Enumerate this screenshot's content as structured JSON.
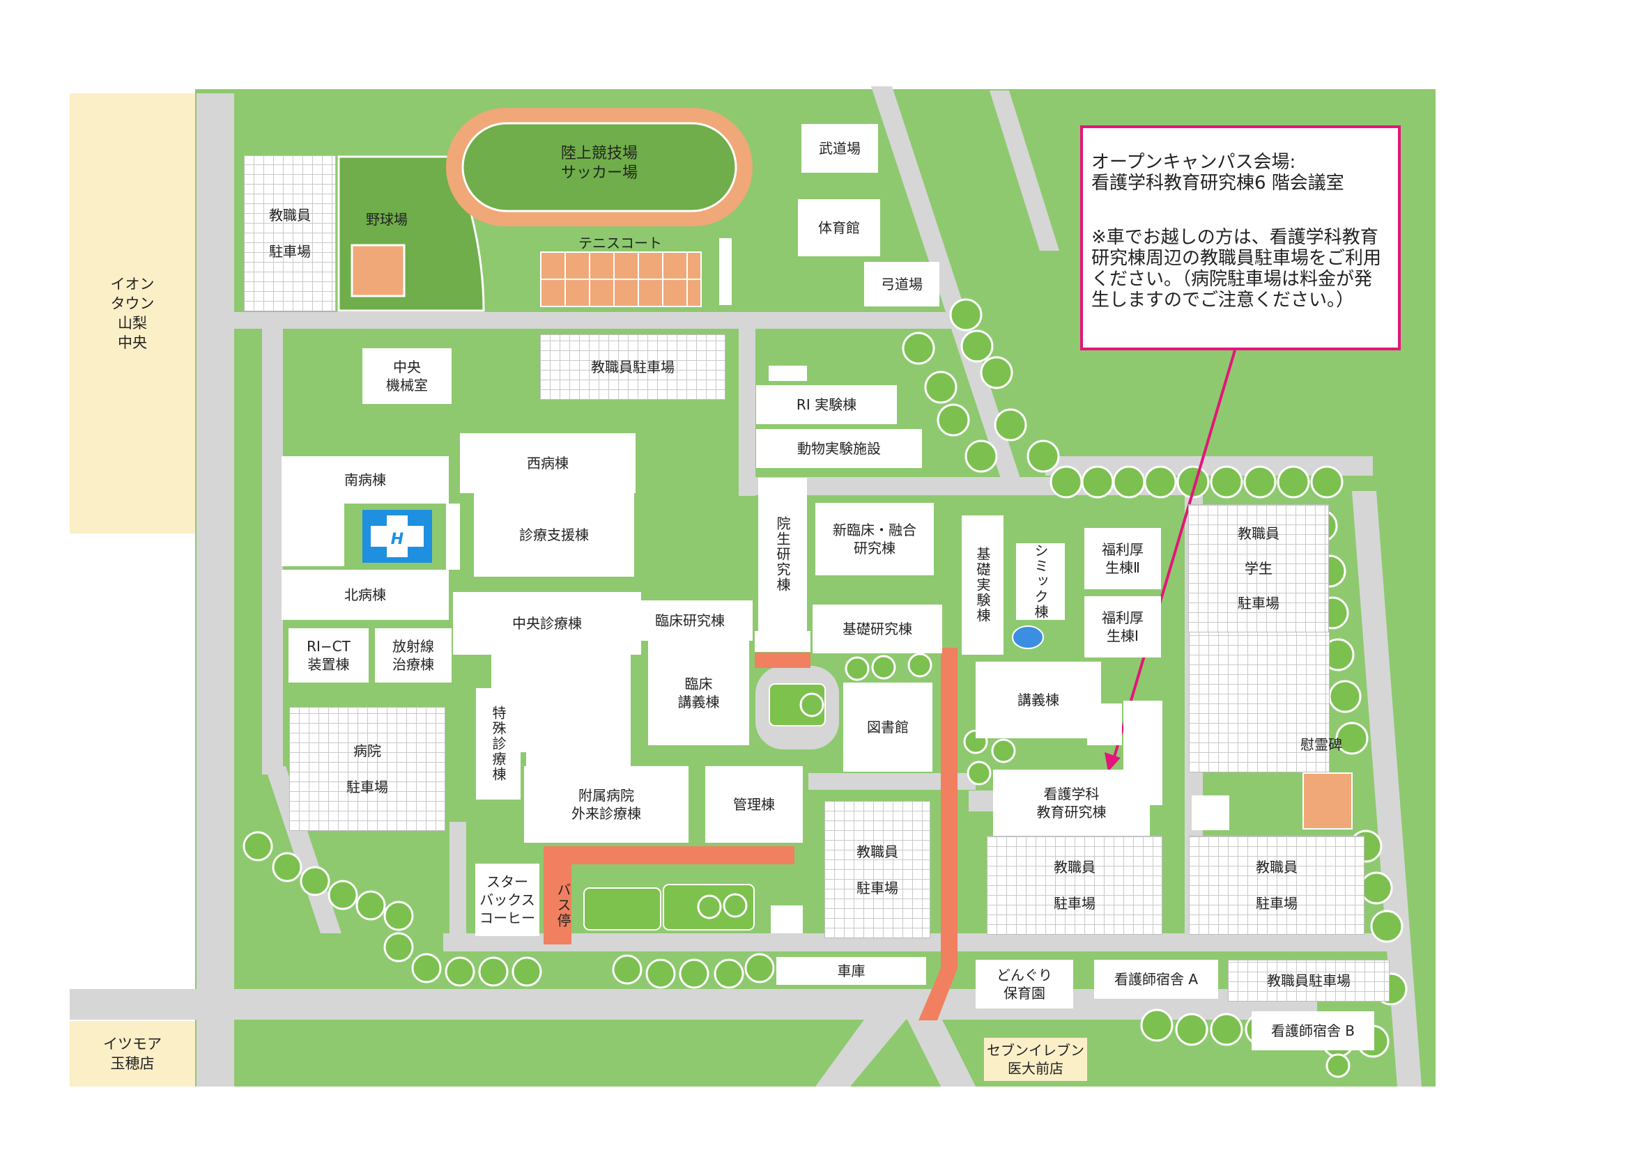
{
  "colors": {
    "grass": "#8ec96f",
    "field": "#6fae4a",
    "road": "#d6d6d6",
    "beige": "#fbefc8",
    "track": "#f0a878",
    "brick": "#f08060",
    "water": "#3b8ee0",
    "accent": "#e3157b",
    "hospital_blue": "#1f8fe0"
  },
  "outside": {
    "aeon": "イオン\nタウン\n山梨\n中央",
    "itsumoa": "イツモア\n玉穂店",
    "seven": "セブンイレブン\n医大前店"
  },
  "callout": {
    "title": "オープンキャンパス会場:\n看護学科教育研究棟6 階会議室",
    "note": "※車でお越しの方は、看護学科教育\n研究棟周辺の教職員駐車場をご利用\nください。（病院駐車場は料金が発\n生しますのでご注意ください。）"
  },
  "facilities": {
    "track": "陸上競技場\nサッカー場",
    "tennis": "テニスコート",
    "baseball": "野球場",
    "budo": "武道場",
    "gym": "体育館",
    "kyudo": "弓道場",
    "central_machine": "中央\n機械室",
    "ri": "RI 実験棟",
    "animal": "動物実験施設",
    "south_ward": "南病棟",
    "west_ward": "西病棟",
    "north_ward": "北病棟",
    "support": "診療支援棟",
    "central_clinic": "中央診療棟",
    "grad": "院生研究棟",
    "new_clinical": "新臨床・融合\n研究棟",
    "basic_exp": "基礎実験棟",
    "simic": "シミック棟",
    "welfare2": "福利厚\n生棟Ⅱ",
    "welfare1": "福利厚\n生棟Ⅰ",
    "clinical_research": "臨床研究棟",
    "basic_research": "基礎研究棟",
    "ri_ct": "RI−CT\n装置棟",
    "radiation": "放射線\n治療棟",
    "clinical_lecture": "臨床\n講義棟",
    "lecture": "講義棟",
    "library": "図書館",
    "special": "特殊診療棟",
    "outpatient": "附属病院\n外来診療棟",
    "admin": "管理棟",
    "nursing": "看護学科\n教育研究棟",
    "starbucks": "スター\nバックス\nコーヒー",
    "bus_stop": "バス停",
    "garage": "車庫",
    "nursery": "どんぐり\n保育園",
    "dorm_a": "看護師宿舎 A",
    "dorm_b": "看護師宿舎 B",
    "memorial": "慰霊碑"
  },
  "parking": {
    "p1": "教職員\n駐車場",
    "p2": "教職員駐車場",
    "hospital": "病院\n駐車場",
    "east": "教職員\n学生\n駐車場",
    "p3": "教職員\n駐車場",
    "p4": "教職員\n駐車場",
    "p5": "教職員\n駐車場",
    "p6": "教職員駐車場"
  }
}
